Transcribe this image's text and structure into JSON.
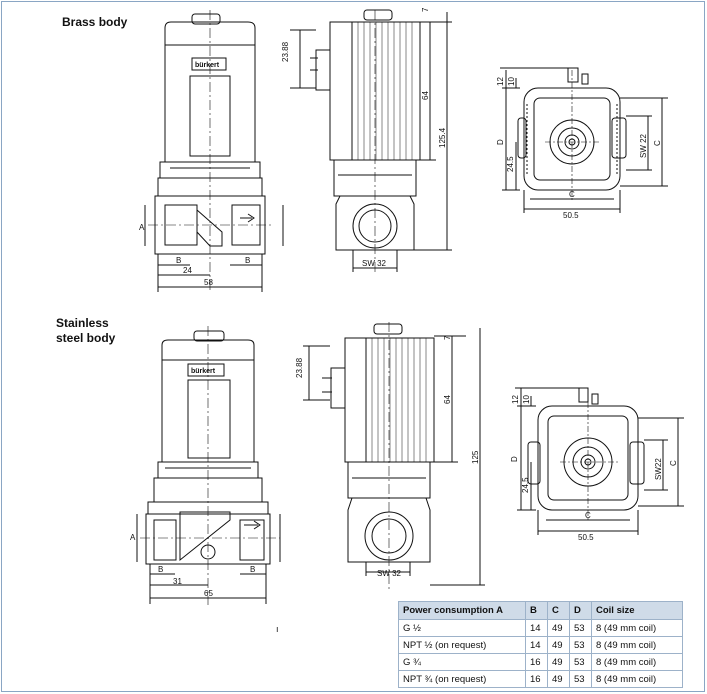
{
  "sections": {
    "brass_label": "Brass body",
    "stainless_label_line1": "Stainless",
    "stainless_label_line2": "steel body"
  },
  "brass_dims": {
    "d_2388": "23.88",
    "d_7": "7",
    "d_64": "64",
    "d_1254": "125.4",
    "d_a": "A",
    "d_b_left": "B",
    "d_b_right": "B",
    "d_24": "24",
    "d_58": "58",
    "d_sw": "SW 32",
    "d_12": "12",
    "d_10": "10",
    "d_D": "D",
    "d_245": "24.5",
    "d_sw22": "SW 22",
    "d_C_right": "C",
    "d_C_bottom": "C",
    "d_505": "50.5",
    "logo": "bürkert"
  },
  "steel_dims": {
    "d_2388": "23.88",
    "d_7": "7",
    "d_64": "64",
    "d_125": "125",
    "d_a": "A",
    "d_b_left": "B",
    "d_b_right": "B",
    "d_31": "31",
    "d_65": "65",
    "d_sw": "SW 32",
    "d_12": "12",
    "d_10": "10",
    "d_D": "D",
    "d_245": "24.5",
    "d_sw22": "SW22",
    "d_C_right": "C",
    "d_C_bottom": "C",
    "d_505": "50.5",
    "logo": "bürkert",
    "stray_mark": "ı"
  },
  "table": {
    "headers": [
      "Power consumption A",
      "B",
      "C",
      "D",
      "Coil size"
    ],
    "rows": [
      [
        "G ½",
        "14",
        "49",
        "53",
        "8 (49 mm coil)"
      ],
      [
        "NPT ½ (on request)",
        "14",
        "49",
        "53",
        "8 (49 mm coil)"
      ],
      [
        "G ¾",
        "16",
        "49",
        "53",
        "8 (49 mm coil)"
      ],
      [
        "NPT ¾ (on request)",
        "16",
        "49",
        "53",
        "8 (49 mm coil)"
      ]
    ]
  },
  "colors": {
    "line": "#111111",
    "table_header_bg": "#cfdbe8",
    "table_border": "#9db2c9",
    "frame": "#8aa6c4"
  }
}
